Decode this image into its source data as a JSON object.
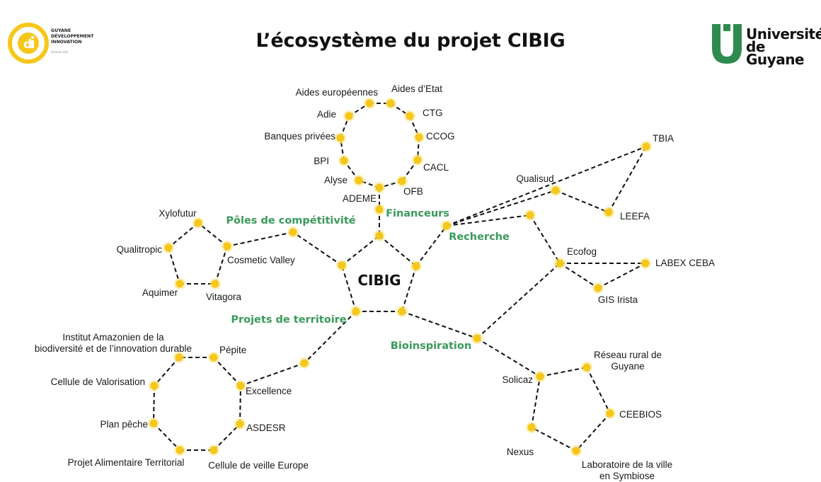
{
  "title": "L’écosystème du projet CIBIG",
  "logo_left": {
    "lines": [
      "GUYANE",
      "DÉVELOPPEMENT",
      "INNOVATION"
    ],
    "small_text": "Réseau RDI",
    "icon": "gdi-circle-logo-icon",
    "accent": "#f6c71b"
  },
  "logo_right": {
    "line1": "Université",
    "line2": "de Guyane",
    "icon": "universite-guyane-u-logo-icon",
    "accent": "#2f8a4f"
  },
  "colors": {
    "node": "#f6c71b",
    "category": "#3a9a5c",
    "edge": "#111111"
  },
  "center": "CIBIG",
  "categories": {
    "poles": "Pôles de compétitivité",
    "financeurs": "Financeurs",
    "recherche": "Recherche",
    "projets": "Projets de territoire",
    "bioinspiration": "Bioinspiration"
  },
  "nodes": {
    "aides_europeennes": "Aides européennes",
    "aides_etat": "Aides d’Etat",
    "adie": "Adie",
    "ctg": "CTG",
    "banques_privees": "Banques privées",
    "ccog": "CCOG",
    "bpi": "BPI",
    "cacl": "CACL",
    "alyse": "Alyse",
    "ofb": "OFB",
    "ademe": "ADEME",
    "xylofutur": "Xylofutur",
    "qualitropic": "Qualitropic",
    "cosmetic_valley": "Cosmetic Valley",
    "aquimer": "Aquimer",
    "vitagora": "Vitagora",
    "tbia": "TBIA",
    "qualisud": "Qualisud",
    "leefa": "LEEFA",
    "ecofog": "Ecofog",
    "labex_ceba": "LABEX CEBA",
    "gis_irista": "GIS Irista",
    "institut": "Institut Amazonien de la",
    "institut2": "biodiversité et de l’innovation durable",
    "pepite": "Pépite",
    "cellule_valorisation": "Cellule de Valorisation",
    "excellence": "Excellence",
    "plan_peche": "Plan pêche",
    "asdesr": "ASDESR",
    "projet_alimentaire": "Projet Alimentaire Territorial",
    "cellule_veille": "Cellule de veille Europe",
    "reseau_rural": "Réseau rural de",
    "reseau_rural2": "Guyane",
    "solicaz": "Solicaz",
    "ceebios": "CEEBIOS",
    "nexus": "Nexus",
    "laboratoire": "Laboratoire de la ville",
    "laboratoire2": "en Symbiose"
  }
}
